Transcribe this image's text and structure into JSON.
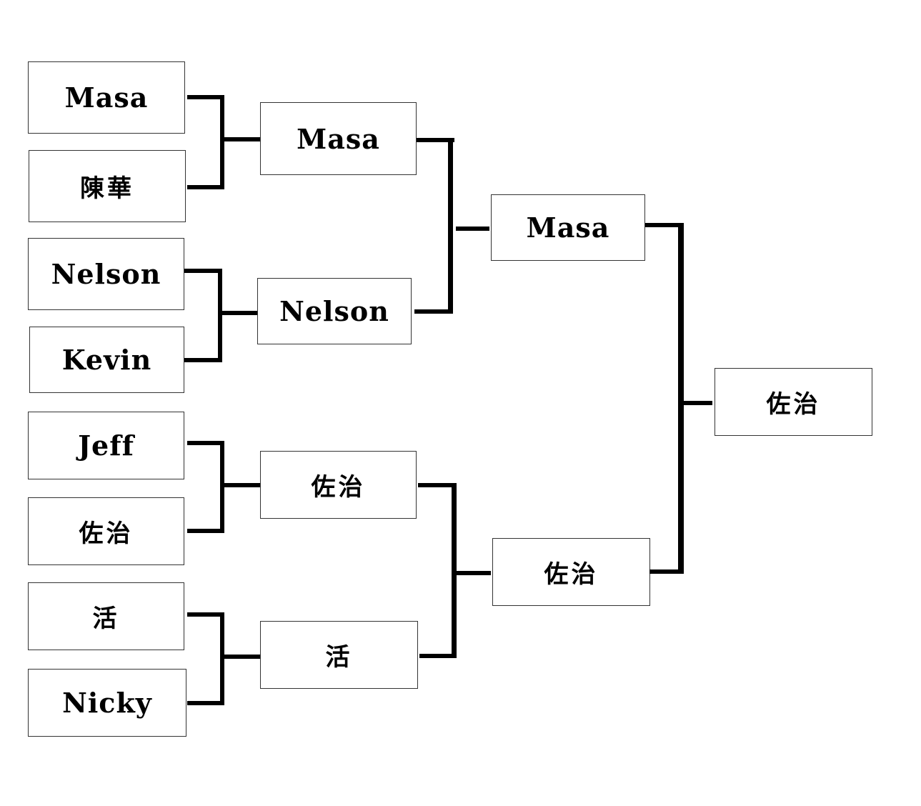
{
  "bracket": {
    "round1": [
      "Masa",
      "陳華",
      "Nelson",
      "Kevin",
      "Jeff",
      "佐治",
      "活",
      "Nicky"
    ],
    "round2": [
      "Masa",
      "Nelson",
      "佐治",
      "活"
    ],
    "semifinal": [
      "Masa",
      "佐治"
    ],
    "champion": "佐治"
  }
}
